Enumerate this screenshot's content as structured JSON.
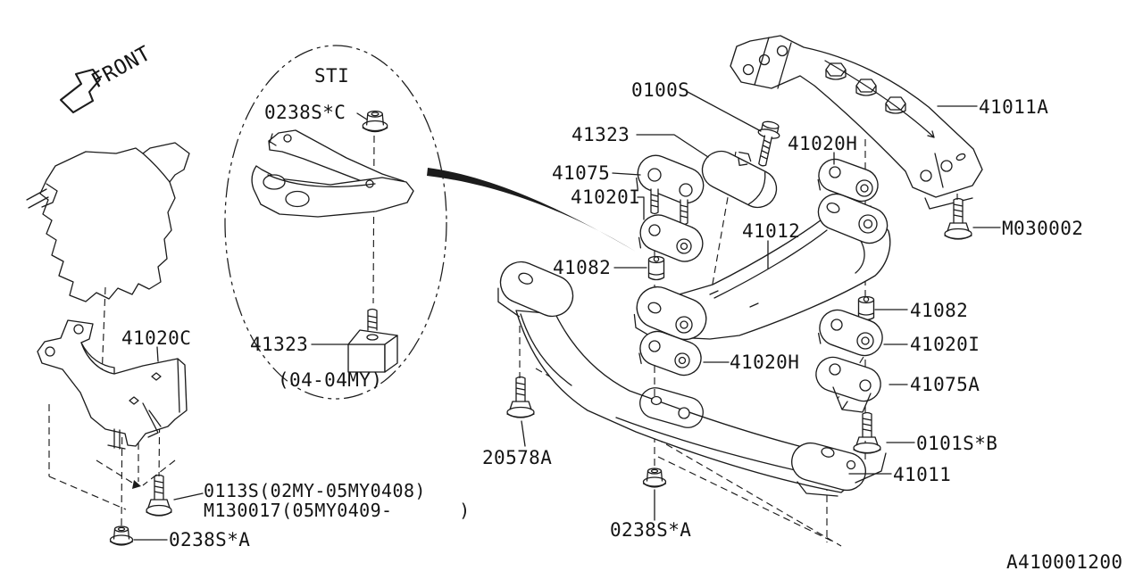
{
  "labels": {
    "front": "FRONT",
    "sti": "STI",
    "sti_nut": "0238S*C",
    "sti_cushion": "41323",
    "sti_note": "(04-04MY)",
    "bolt_0100s": "0100S",
    "cushion_41323": "41323",
    "plate_41075": "41075",
    "plate_41020i_left": "41020I",
    "spacer_41082_left": "41082",
    "crossmember_41012": "41012",
    "plate_41020h_upper": "41020H",
    "bracket_41011a": "41011A",
    "bolt_m030002": "M030002",
    "spacer_41082_right": "41082",
    "plate_41020i_right": "41020I",
    "plate_41020h_lower": "41020H",
    "bracket_41075a": "41075A",
    "bolt_0101sb": "0101S*B",
    "crossmember_41011": "41011",
    "bolt_20578a": "20578A",
    "nut_0238sa_center": "0238S*A",
    "bracket_41020c": "41020C",
    "bolt_0113s": "0113S(02MY-05MY0408)",
    "bolt_m130017": "M130017(05MY0409-      )",
    "nut_0238sa_left": "0238S*A",
    "drawing_number": "A410001200"
  }
}
